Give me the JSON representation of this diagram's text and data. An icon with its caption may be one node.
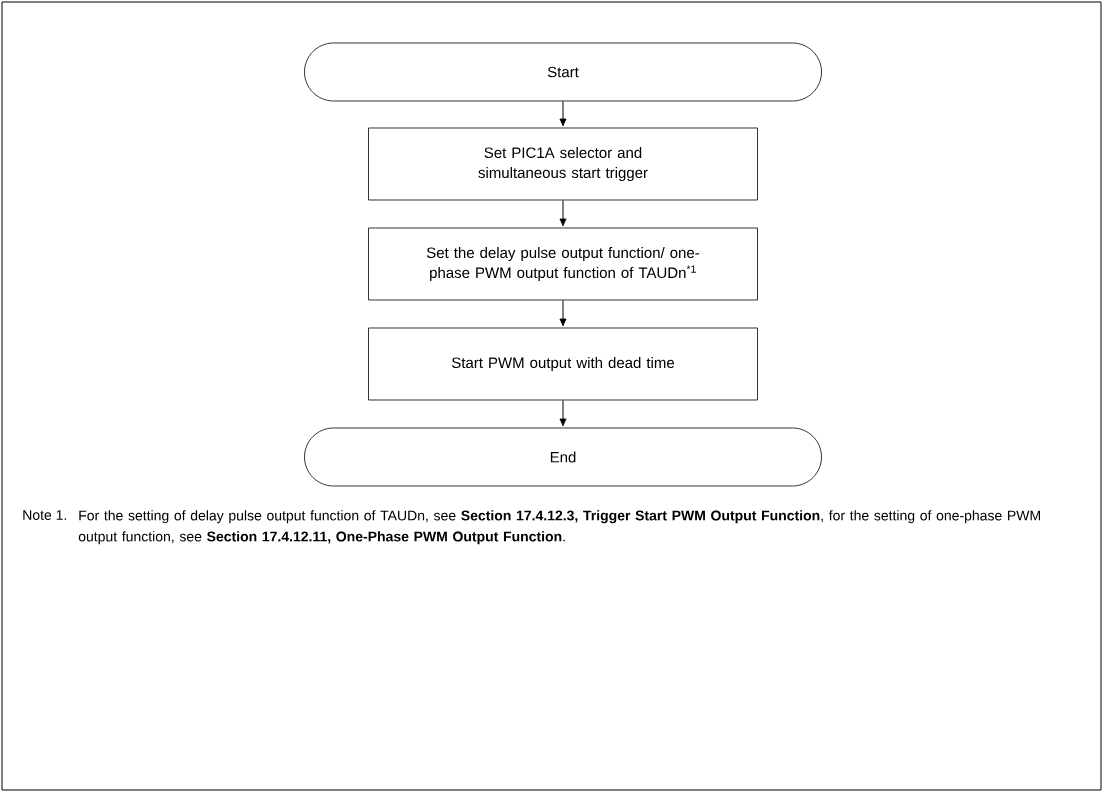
{
  "diagram": {
    "nodes": [
      {
        "text": [
          "Start"
        ]
      },
      {
        "text": [
          "Set PIC1A selector and simultaneous start trigger"
        ]
      },
      {
        "text": [
          "Set the delay pulse output function/ one-phase PWM output function of TAUDn$^{*1}$"
        ]
      },
      {
        "text": [
          "Start PWM output with dead time"
        ]
      },
      {
        "text": [
          "End"
        ]
      }
    ],
    "edges": [
      {
        "from": 0,
        "to": 1,
        "arrow": "to"
      },
      {
        "from": 1,
        "to": 2,
        "arrow": "to"
      },
      {
        "from": 2,
        "to": 3,
        "arrow": "to"
      },
      {
        "from": 3,
        "to": 4,
        "arrow": "to"
      }
    ],
    "labels": [
      "Note 1.",
      "For the setting of delay pulse output function of TAUDn, see **Section 17.4.12.3, Trigger Start PWM Output Function**, for the setting of one-phase PWM output function, see **Section 17.4.12.11, One-Phase PWM Output Function**."
    ]
  }
}
